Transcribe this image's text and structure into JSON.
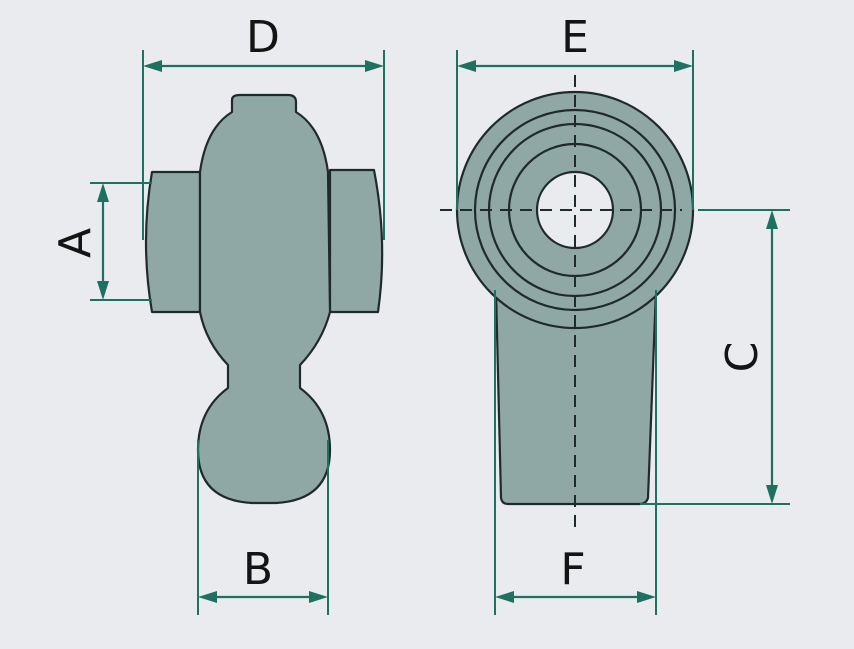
{
  "labels": {
    "A": "A",
    "B": "B",
    "C": "C",
    "D": "D",
    "E": "E",
    "F": "F"
  },
  "colors": {
    "background": "#e9ebee",
    "part_fill": "#8fa8a6",
    "outline": "#1f2a2a",
    "dimension_line": "#1e7060"
  }
}
